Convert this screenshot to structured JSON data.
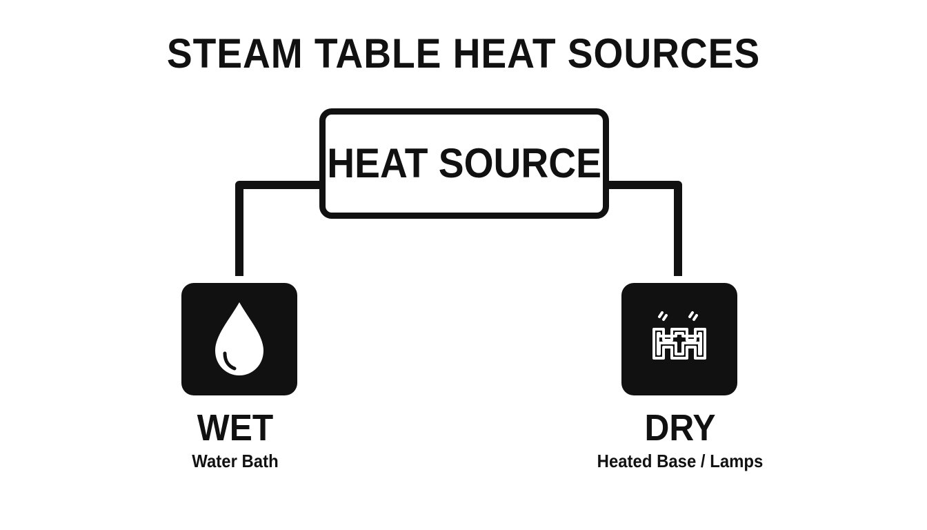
{
  "title": "STEAM TABLE HEAT SOURCES",
  "root": {
    "label": "HEAT SOURCE"
  },
  "branches": [
    {
      "id": "wet",
      "title": "WET",
      "subtitle": "Water Bath",
      "icon": "water-drop-icon"
    },
    {
      "id": "dry",
      "title": "DRY",
      "subtitle": "Heated Base / Lamps",
      "icon": "heating-element-icon"
    }
  ],
  "colors": {
    "ink": "#111111",
    "background": "#ffffff"
  }
}
